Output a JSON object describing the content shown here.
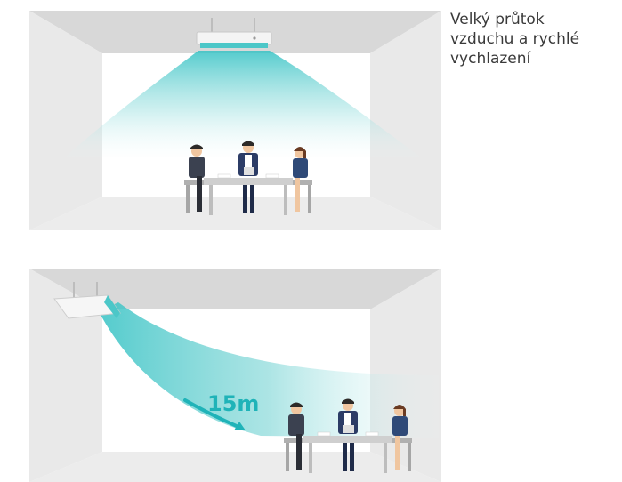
{
  "caption": {
    "lines": [
      "Velký průtok",
      "vzduchu a rychlé",
      "vychlazení"
    ]
  },
  "bottom_scene": {
    "distance_label": "15m"
  },
  "colors": {
    "airflow": "#35c2c4",
    "distance_text": "#1fb3b8",
    "ceiling": "#d6d6d6",
    "back_wall": "#ffffff",
    "side_wall": "#e8e8e8"
  }
}
